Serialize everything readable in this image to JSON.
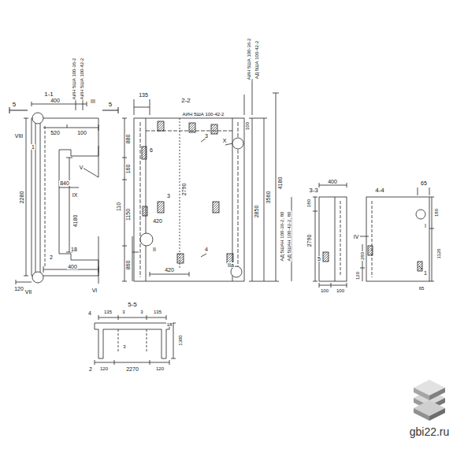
{
  "diagram": {
    "labels": [
      "1-1",
      "5",
      "III",
      "5",
      "400",
      "АИН 5ША 100-36-2",
      "АИН 5ША 100-42-2",
      "VIII",
      "1",
      "520",
      "100",
      "V",
      "IX",
      "840",
      "2280",
      "4180",
      "2",
      "18",
      "120",
      "400",
      "VII",
      "VI",
      "2-2",
      "135",
      "АИН 5ША 100-42-2",
      "880",
      "6",
      "160",
      "3",
      "110",
      "420",
      "1150",
      "II",
      "860",
      "420",
      "4",
      "2790",
      "3",
      "X",
      "IIa",
      "2850",
      "3560",
      "4180",
      "АИН 5ША 100-36-2",
      "АД 5ША 100-42-2",
      "100",
      "3-3",
      "АД 5ШАН 100-36-2, 80",
      "АД 5ШАН 100-42-2, 80",
      "180",
      "2790",
      "5",
      "100",
      "100",
      "400",
      "4-4",
      "65",
      "I",
      "180",
      "IV",
      "1",
      "1120",
      "280",
      "120",
      "65",
      "5-5",
      "4",
      "135",
      "3",
      "3",
      "135",
      "18",
      "1300",
      "3",
      "120",
      "120",
      "2270",
      "2",
      "gbi22.ru"
    ]
  }
}
